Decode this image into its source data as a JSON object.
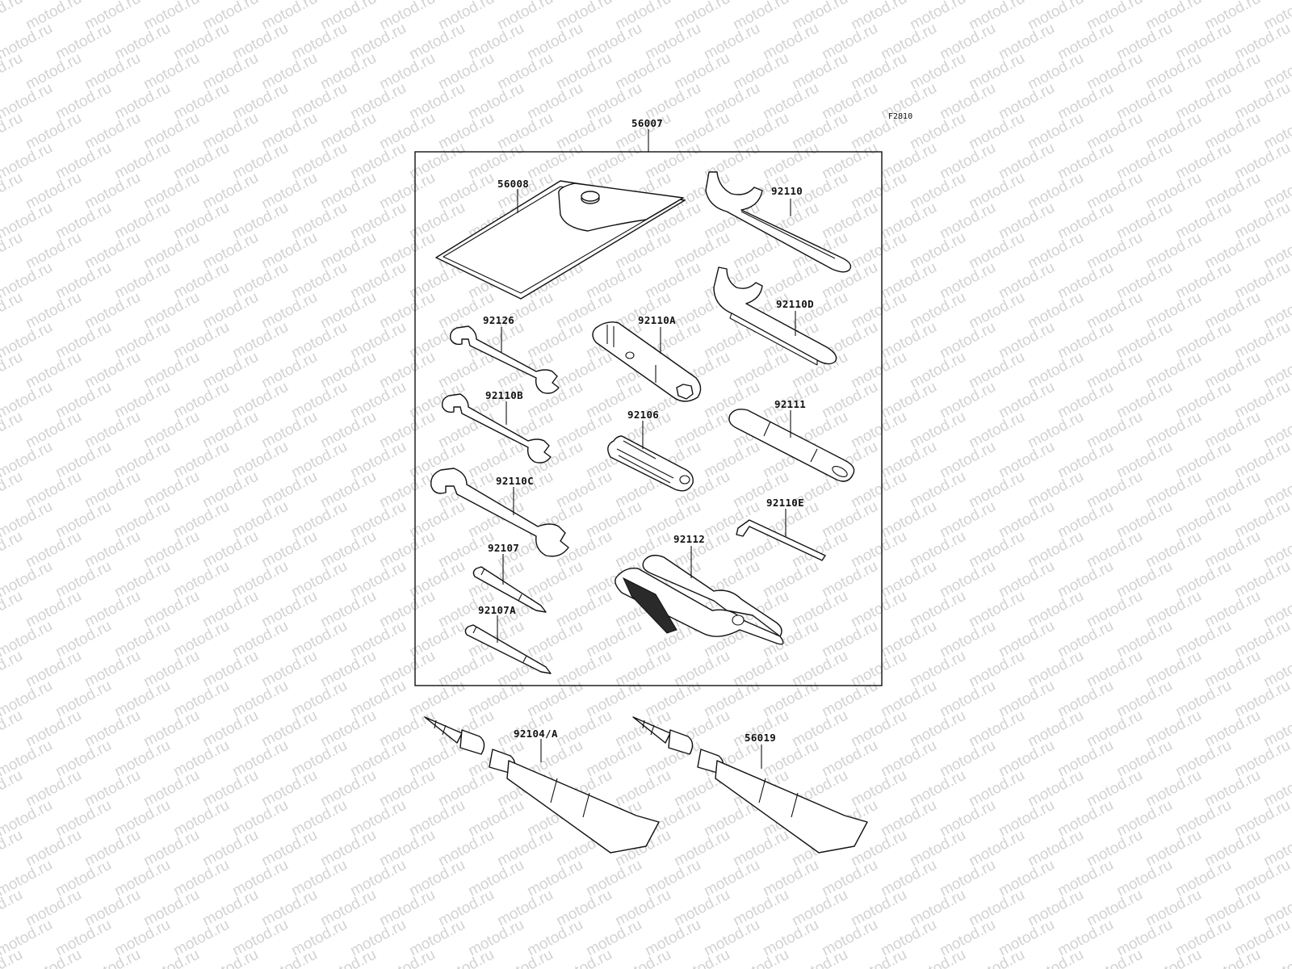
{
  "watermark": {
    "text": "motod.ru"
  },
  "figure_code": "F2810",
  "parts": {
    "tool_kit": "56007",
    "pouch": "56008",
    "spanner_c": "92110",
    "spanner_c_d": "92110D",
    "wrench_92126": "92126",
    "box_wrench": "92110A",
    "wrench_b": "92110B",
    "socket_handle": "92106",
    "handle_bar": "92111",
    "wrench_c": "92110C",
    "hex_key": "92110E",
    "screwdriver": "92107",
    "pliers": "92112",
    "screwdriver_a": "92107A",
    "grease_tube": "92104/A",
    "grease_tube_2": "56019"
  }
}
